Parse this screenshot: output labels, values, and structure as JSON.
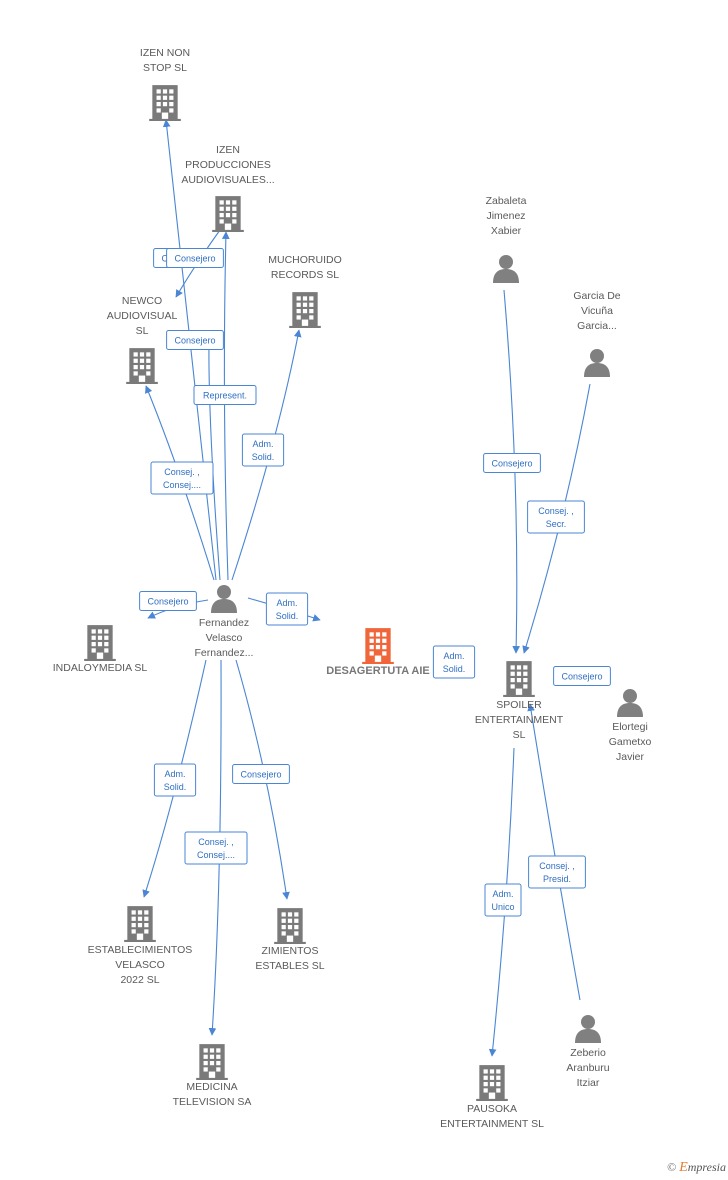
{
  "colors": {
    "edge": "#4a86d4",
    "company": "#7a7a7a",
    "focus": "#f0663a",
    "person": "#808080"
  },
  "nodes": [
    {
      "id": "izen_non_stop",
      "type": "company",
      "lines": [
        "IZEN NON",
        "STOP  SL"
      ]
    },
    {
      "id": "izen_producciones",
      "type": "company",
      "lines": [
        "IZEN",
        "PRODUCCIONES",
        "AUDIOVISUALES..."
      ]
    },
    {
      "id": "muchoruido",
      "type": "company",
      "lines": [
        "MUCHORUIDO",
        "RECORDS SL"
      ]
    },
    {
      "id": "newco",
      "type": "company",
      "lines": [
        "NEWCO",
        "AUDIOVISUAL",
        "SL"
      ]
    },
    {
      "id": "fernandez",
      "type": "person",
      "lines": [
        "Fernandez",
        "Velasco",
        "Fernandez..."
      ]
    },
    {
      "id": "indaloymedia",
      "type": "company",
      "lines": [
        "INDALOYMEDIA SL"
      ]
    },
    {
      "id": "desagertuta",
      "type": "focus",
      "lines": [
        "DESAGERTUTA AIE"
      ]
    },
    {
      "id": "establecimientos",
      "type": "company",
      "lines": [
        "ESTABLECIMIENTOS",
        "VELASCO",
        "2022  SL"
      ]
    },
    {
      "id": "zimientos",
      "type": "company",
      "lines": [
        "ZIMIENTOS",
        "ESTABLES SL"
      ]
    },
    {
      "id": "medicina",
      "type": "company",
      "lines": [
        "MEDICINA",
        "TELEVISION SA"
      ]
    },
    {
      "id": "zabaleta",
      "type": "person",
      "lines": [
        "Zabaleta",
        "Jimenez",
        "Xabier"
      ]
    },
    {
      "id": "garcia",
      "type": "person",
      "lines": [
        "Garcia De",
        "Vicuña",
        "Garcia..."
      ]
    },
    {
      "id": "spoiler",
      "type": "company",
      "lines": [
        "SPOILER",
        "ENTERTAINMENT",
        "SL"
      ]
    },
    {
      "id": "elortegi",
      "type": "person",
      "lines": [
        "Elortegi",
        "Gametxo",
        "Javier"
      ]
    },
    {
      "id": "zeberio",
      "type": "person",
      "lines": [
        "Zeberio",
        "Aranburu",
        "Itziar"
      ]
    },
    {
      "id": "pausoka",
      "type": "company",
      "lines": [
        "PAUSOKA",
        "ENTERTAINMENT SL"
      ]
    }
  ],
  "edges": [
    {
      "id": "e1",
      "from": "fernandez",
      "to": "izen_non_stop",
      "label": [
        "Consejero"
      ]
    },
    {
      "id": "e2",
      "from": "fernandez",
      "to": "izen_producciones",
      "label": [
        "Represent."
      ]
    },
    {
      "id": "e3",
      "from": "fernandez",
      "to": "izen_producciones",
      "label": [
        "Consejero"
      ]
    },
    {
      "id": "e4",
      "from": "izen_producciones",
      "to": "newco",
      "label": [
        "Consejero"
      ]
    },
    {
      "id": "e5",
      "from": "fernandez",
      "to": "muchoruido",
      "label": [
        "Adm.",
        "Solid."
      ]
    },
    {
      "id": "e6",
      "from": "fernandez",
      "to": "newco",
      "label": [
        "Consej. ,",
        "Consej...."
      ]
    },
    {
      "id": "e7",
      "from": "fernandez",
      "to": "indaloymedia",
      "label": [
        "Consejero"
      ]
    },
    {
      "id": "e8",
      "from": "fernandez",
      "to": "desagertuta",
      "label": [
        "Adm.",
        "Solid."
      ]
    },
    {
      "id": "e9",
      "from": "fernandez",
      "to": "establecimientos",
      "label": [
        "Adm.",
        "Solid."
      ]
    },
    {
      "id": "e10",
      "from": "fernandez",
      "to": "medicina",
      "label": [
        "Consej. ,",
        "Consej...."
      ]
    },
    {
      "id": "e11",
      "from": "fernandez",
      "to": "zimientos",
      "label": [
        "Consejero"
      ]
    },
    {
      "id": "e12",
      "from": "zabaleta",
      "to": "spoiler",
      "label": [
        "Consejero"
      ]
    },
    {
      "id": "e13",
      "from": "garcia",
      "to": "spoiler",
      "label": [
        "Consej. ,",
        "Secr."
      ]
    },
    {
      "id": "e14",
      "from": "spoiler",
      "to": "desagertuta",
      "label": [
        "Adm.",
        "Solid."
      ]
    },
    {
      "id": "e15",
      "from": "elortegi",
      "to": "spoiler",
      "label": [
        "Consejero"
      ]
    },
    {
      "id": "e16",
      "from": "zeberio",
      "to": "spoiler",
      "label": [
        "Consej. ,",
        "Presid."
      ]
    },
    {
      "id": "e17",
      "from": "spoiler",
      "to": "pausoka",
      "label": [
        "Adm.",
        "Unico"
      ]
    }
  ],
  "watermark": {
    "copyright": "©",
    "brand_initial": "E",
    "brand_rest": "mpresia"
  }
}
